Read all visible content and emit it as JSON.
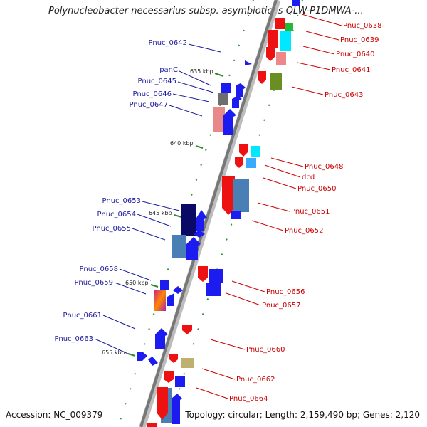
{
  "header": {
    "title": "Polynucleobacter necessarius subsp. asymbioticus QLW-P1DMWA-..."
  },
  "footer": {
    "accession": "Accession: NC_009379",
    "summary": "Topology: circular; Length: 2,159,490 bp; Genes: 2,120"
  },
  "colors": {
    "left_label": "#1a1a9c",
    "right_label": "#cc0000",
    "backbone": "#8c8c8c",
    "tick": "#2e8b2e"
  },
  "kbp_markers": [
    "635 kbp",
    "640 kbp",
    "645 kbp",
    "650 kbp",
    "655 kbp"
  ],
  "left_genes": [
    "Pnuc_0642",
    "panC",
    "Pnuc_0645",
    "Pnuc_0646",
    "Pnuc_0647",
    "Pnuc_0653",
    "Pnuc_0654",
    "Pnuc_0655",
    "Pnuc_0658",
    "Pnuc_0659",
    "Pnuc_0661",
    "Pnuc_0663"
  ],
  "right_genes": [
    "Pnuc_0638",
    "Pnuc_0639",
    "Pnuc_0640",
    "Pnuc_0641",
    "Pnuc_0643",
    "Pnuc_0648",
    "dcd",
    "Pnuc_0650",
    "Pnuc_0651",
    "Pnuc_0652",
    "Pnuc_0656",
    "Pnuc_0657",
    "Pnuc_0660",
    "Pnuc_0662",
    "Pnuc_0664"
  ]
}
